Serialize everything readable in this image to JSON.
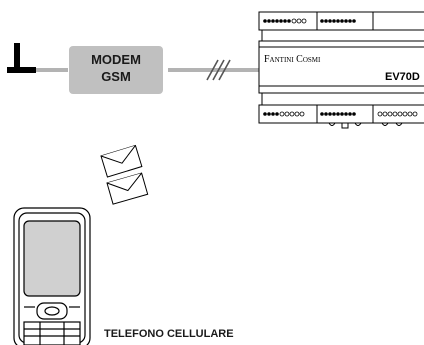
{
  "modem": {
    "line1": "MODEM",
    "line2": "GSM"
  },
  "device": {
    "brand": "Fantini Cosmi",
    "model": "EV70D"
  },
  "phone": {
    "label": "TELEFONO CELLULARE"
  },
  "icons": {
    "antenna": "antenna-icon",
    "signal": "wireless-signal-icon",
    "envelope": "envelope-icon",
    "phone": "mobile-phone-icon"
  }
}
